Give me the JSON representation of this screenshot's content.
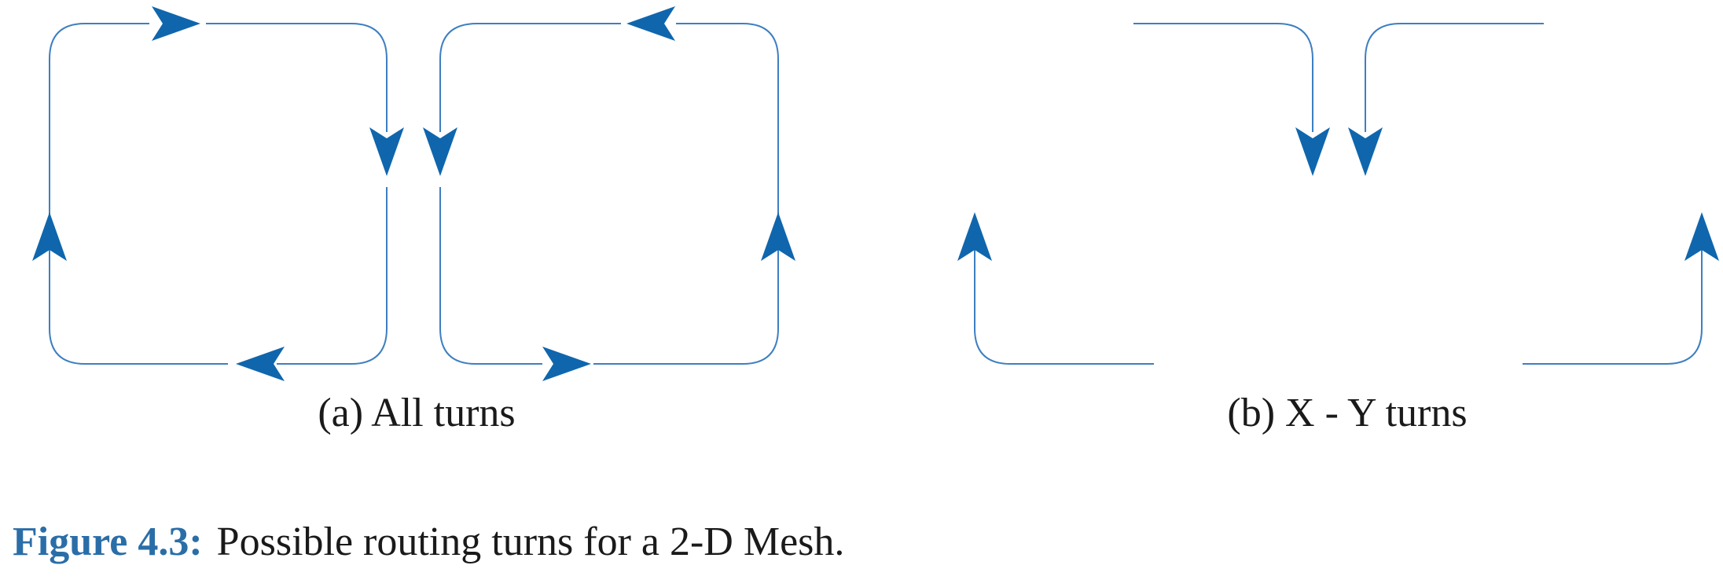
{
  "colors": {
    "path_stroke": "#3d7fc1",
    "arrowhead_fill": "#0f66ad",
    "caption_label": "#2a6ea8",
    "text": "#1a1a1a"
  },
  "icons": {
    "arrowhead": "arrowhead-icon"
  },
  "subfigures": [
    {
      "id": "a",
      "label": "(a) All turns"
    },
    {
      "id": "b",
      "label": "(b) X - Y turns"
    }
  ],
  "caption": {
    "label": "Figure 4.3:",
    "text": "Possible routing turns for a 2-D Mesh."
  }
}
